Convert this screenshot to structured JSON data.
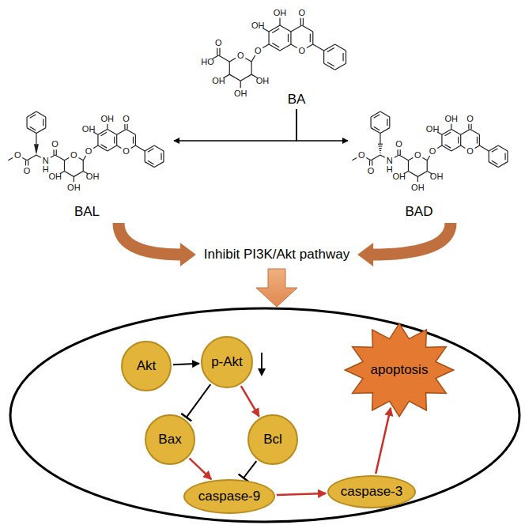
{
  "diagram": {
    "nodes": [
      {
        "text": [
          "BA"
        ]
      },
      {
        "text": [
          "BAL"
        ]
      },
      {
        "text": [
          "BAD"
        ]
      },
      {
        "text": [
          "Inhibit PI3K/Akt pathway"
        ]
      },
      {
        "text": [
          "Akt"
        ]
      },
      {
        "text": [
          "p-Akt"
        ]
      },
      {
        "text": [
          "Bax"
        ]
      },
      {
        "text": [
          "Bcl"
        ]
      },
      {
        "text": [
          "caspase-9"
        ]
      },
      {
        "text": [
          "caspase-3"
        ]
      },
      {
        "text": [
          "apoptosis"
        ]
      }
    ],
    "edges": [
      {
        "from": 0,
        "to": 1,
        "arrow": "to"
      },
      {
        "from": 0,
        "to": 2,
        "arrow": "to"
      },
      {
        "from": 1,
        "to": 3,
        "arrow": "to"
      },
      {
        "from": 2,
        "to": 3,
        "arrow": "to"
      },
      {
        "from": 4,
        "to": 5,
        "arrow": "to"
      },
      {
        "from": 5,
        "to": 6,
        "arrow": "none"
      },
      {
        "from": 5,
        "to": 7,
        "arrow": "to"
      },
      {
        "from": 6,
        "to": 8,
        "arrow": "to"
      },
      {
        "from": 7,
        "to": 8,
        "arrow": "none"
      },
      {
        "from": 8,
        "to": 9,
        "arrow": "to"
      },
      {
        "from": 9,
        "to": 10,
        "arrow": "to"
      }
    ],
    "labels": [
      "OH",
      "OH",
      "O",
      "O",
      "O",
      "O",
      "OH",
      "OH",
      "OH",
      "O",
      "HO",
      "OH",
      "OH",
      "O",
      "O",
      "O",
      "O",
      "OH",
      "OH",
      "OH",
      "O",
      "N",
      "H",
      "O",
      "O",
      "OH",
      "OH",
      "O",
      "O",
      "O",
      "O",
      "OH",
      "OH",
      "OH",
      "O",
      "N",
      "H",
      "O",
      "O"
    ]
  }
}
